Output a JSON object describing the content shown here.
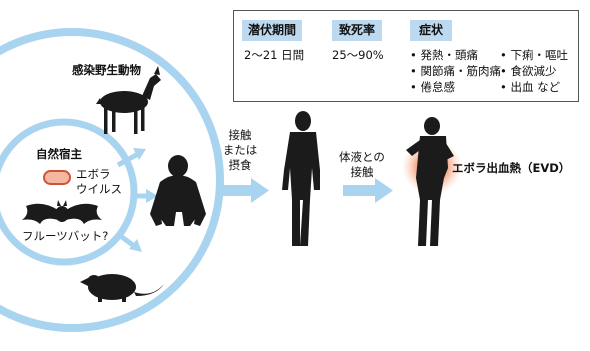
{
  "labels": {
    "wild_animals": "感染野生動物",
    "natural_host": "自然宿主",
    "virus_line1": "エボラ",
    "virus_line2": "ウイルス",
    "fruit_bat": "フルーツバット?",
    "contact_line1": "接触",
    "contact_line2": "または",
    "contact_line3": "摂食",
    "fluid_line1": "体液との",
    "fluid_line2": "接触",
    "disease": "エボラ出血熱（EVD）"
  },
  "info": {
    "incubation_header": "潜伏期間",
    "incubation_value": "2〜21 日間",
    "mortality_header": "致死率",
    "mortality_value": "25〜90%",
    "symptoms_header": "症状",
    "symptoms_col1": [
      "• 発熱・頭痛",
      "• 関節痛・筋肉痛",
      "• 倦怠感"
    ],
    "symptoms_col2": [
      "• 下痢・嘔吐",
      "• 食欲減少",
      "• 出血 など"
    ]
  },
  "colors": {
    "ring": "#a9d4f0",
    "header_bg": "#bcd9f0",
    "arrow": "#a9d4f0",
    "silhouette": "#1b1b1b",
    "virus_fill": "#f4b79f",
    "virus_stroke": "#d2513a",
    "glow": "#e03a1e"
  },
  "icons": [
    "deer-icon",
    "gorilla-icon",
    "bat-icon",
    "rodent-icon",
    "human-icon",
    "sick-human-icon",
    "virus-icon"
  ]
}
